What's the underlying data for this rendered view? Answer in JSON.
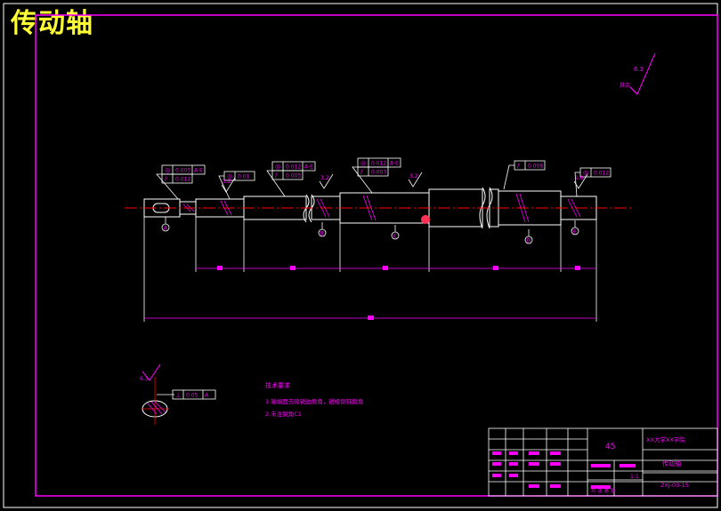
{
  "title": "传动轴",
  "colors": {
    "background": "#000000",
    "frame": "#ff00ff",
    "outline": "#ffffff",
    "centerline": "#ff0000",
    "annotation": "#ff00ff",
    "title": "#ffff33",
    "hatch": "#ff00ff"
  },
  "tolerance_frames": [
    {
      "id": "tf1",
      "rows": [
        {
          "symbol": "◎",
          "value": "0.005",
          "datum": "A-E"
        },
        {
          "symbol": "/",
          "value": "0.012",
          "datum": ""
        }
      ]
    },
    {
      "id": "tf2",
      "rows": [
        {
          "symbol": "◎",
          "value": "0.01",
          "datum": ""
        }
      ]
    },
    {
      "id": "tf3",
      "rows": [
        {
          "symbol": "◎",
          "value": "0.012",
          "datum": "A-E"
        },
        {
          "symbol": "/",
          "value": "0.005",
          "datum": ""
        }
      ]
    },
    {
      "id": "tf4",
      "rows": [
        {
          "symbol": "◎",
          "value": "0.012",
          "datum": "A-E"
        },
        {
          "symbol": "/",
          "value": "0.003",
          "datum": ""
        }
      ]
    },
    {
      "id": "tf5",
      "rows": [
        {
          "symbol": "/",
          "value": "0.008",
          "datum": ""
        }
      ]
    },
    {
      "id": "tf6",
      "rows": [
        {
          "symbol": "◎",
          "value": "0.012",
          "datum": ""
        }
      ]
    },
    {
      "id": "tf7",
      "rows": [
        {
          "symbol": "⊥",
          "value": "0.05",
          "datum": "A"
        }
      ]
    }
  ],
  "roughness_marks": [
    {
      "id": "r1",
      "value": "3.2"
    },
    {
      "id": "r2",
      "value": "3.2"
    },
    {
      "id": "r3",
      "value": "3.2"
    },
    {
      "id": "r4",
      "value": "1.6"
    },
    {
      "id": "r5",
      "value": "6.3"
    },
    {
      "id": "r6",
      "value": "3.2"
    }
  ],
  "datum_marks": [
    "A",
    "B",
    "C",
    "D",
    "E"
  ],
  "global_roughness": {
    "value": "6.3",
    "prefix": "其余"
  },
  "notes": {
    "heading": "技术要求",
    "line1": "1.轴端面去除锐边倒角，锐棱倒钝倒角",
    "line2": "2.未注倒角C1"
  },
  "title_block": {
    "material": "45",
    "school": "XX大学XX学院",
    "part_name": "传动轴",
    "drawing_no": "ZXJ-03-15",
    "scale": "1:1",
    "sheet": "共 张 第 张"
  }
}
